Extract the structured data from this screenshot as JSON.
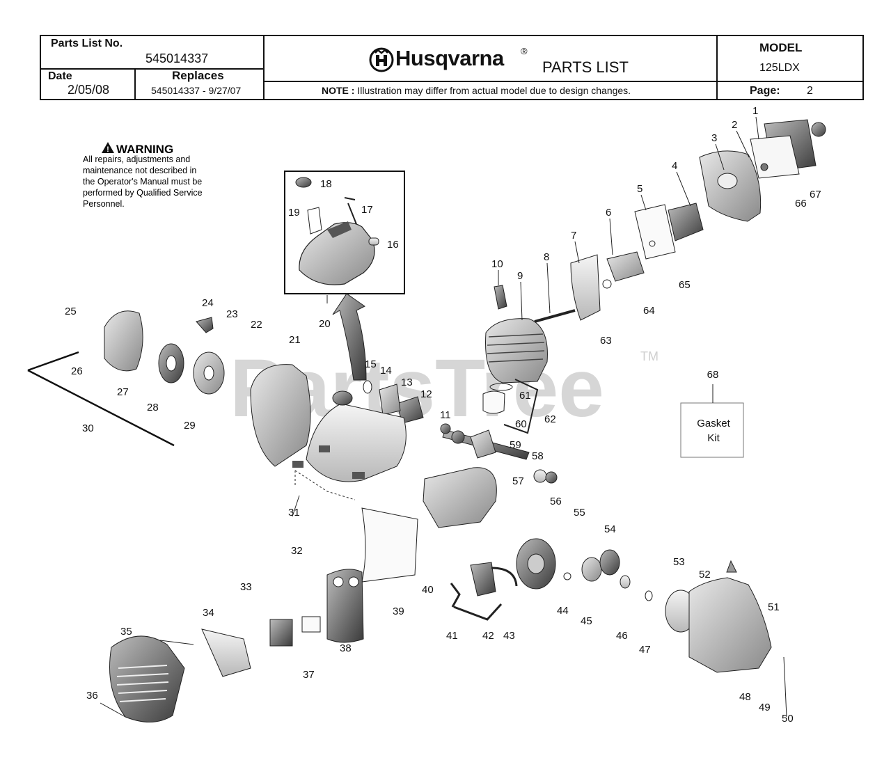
{
  "header": {
    "parts_list_no_label": "Parts List No.",
    "parts_list_no_value": "545014337",
    "date_label": "Date",
    "date_value": "2/05/08",
    "replaces_label": "Replaces",
    "replaces_value": "545014337 - 9/27/07",
    "brand": "Husqvarna",
    "registered_mark": "®",
    "title": "PARTS LIST",
    "note_label": "NOTE :",
    "note_text": "Illustration may differ from actual model due to design changes.",
    "model_label": "MODEL",
    "model_value": "125LDX",
    "page_label": "Page:",
    "page_value": "2"
  },
  "warning": {
    "heading": "WARNING",
    "lines": [
      "All repairs, adjustments and",
      "maintenance not described in",
      "the Operator's Manual must be",
      "performed by Qualified Service",
      "Personnel."
    ]
  },
  "watermark": {
    "text": "PartsTree",
    "tm": "TM"
  },
  "gasket_kit": {
    "number": "68",
    "line1": "Gasket",
    "line2": "Kit"
  },
  "part_numbers": [
    "1",
    "2",
    "3",
    "4",
    "5",
    "6",
    "7",
    "8",
    "9",
    "10",
    "11",
    "12",
    "13",
    "14",
    "15",
    "16",
    "17",
    "18",
    "19",
    "20",
    "21",
    "22",
    "23",
    "24",
    "25",
    "26",
    "27",
    "28",
    "29",
    "30",
    "31",
    "32",
    "33",
    "34",
    "35",
    "36",
    "37",
    "38",
    "39",
    "40",
    "41",
    "42",
    "43",
    "44",
    "45",
    "46",
    "47",
    "48",
    "49",
    "50",
    "51",
    "52",
    "53",
    "54",
    "55",
    "56",
    "57",
    "58",
    "59",
    "60",
    "61",
    "62",
    "63",
    "64",
    "65",
    "66",
    "67"
  ]
}
